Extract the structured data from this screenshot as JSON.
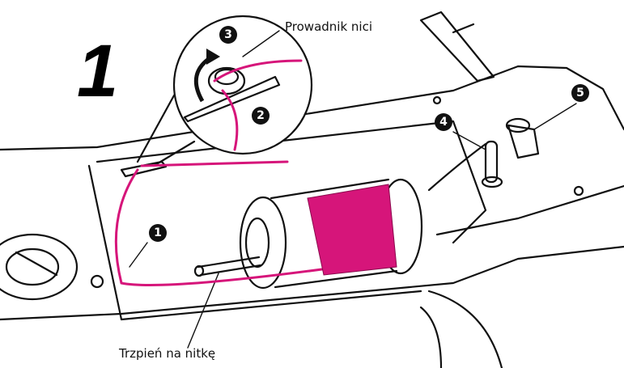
{
  "step": {
    "number": "1"
  },
  "labels": {
    "thread_guide": "Prowadnik nici",
    "spool_pin": "Trzpień na nitkę"
  },
  "markers": [
    {
      "number": "1",
      "role": "thread-guide-hook"
    },
    {
      "number": "2",
      "role": "guide-slot-under"
    },
    {
      "number": "3",
      "role": "guide-turn-direction"
    },
    {
      "number": "4",
      "role": "bobbin-winder-pin"
    },
    {
      "number": "5",
      "role": "bobbin-winder-stopper"
    }
  ],
  "icons": [
    "curved-arrow-icon"
  ],
  "colors": {
    "thread": "#d6157a",
    "line": "#111111",
    "badge": "#111111",
    "badge_text": "#ffffff"
  }
}
